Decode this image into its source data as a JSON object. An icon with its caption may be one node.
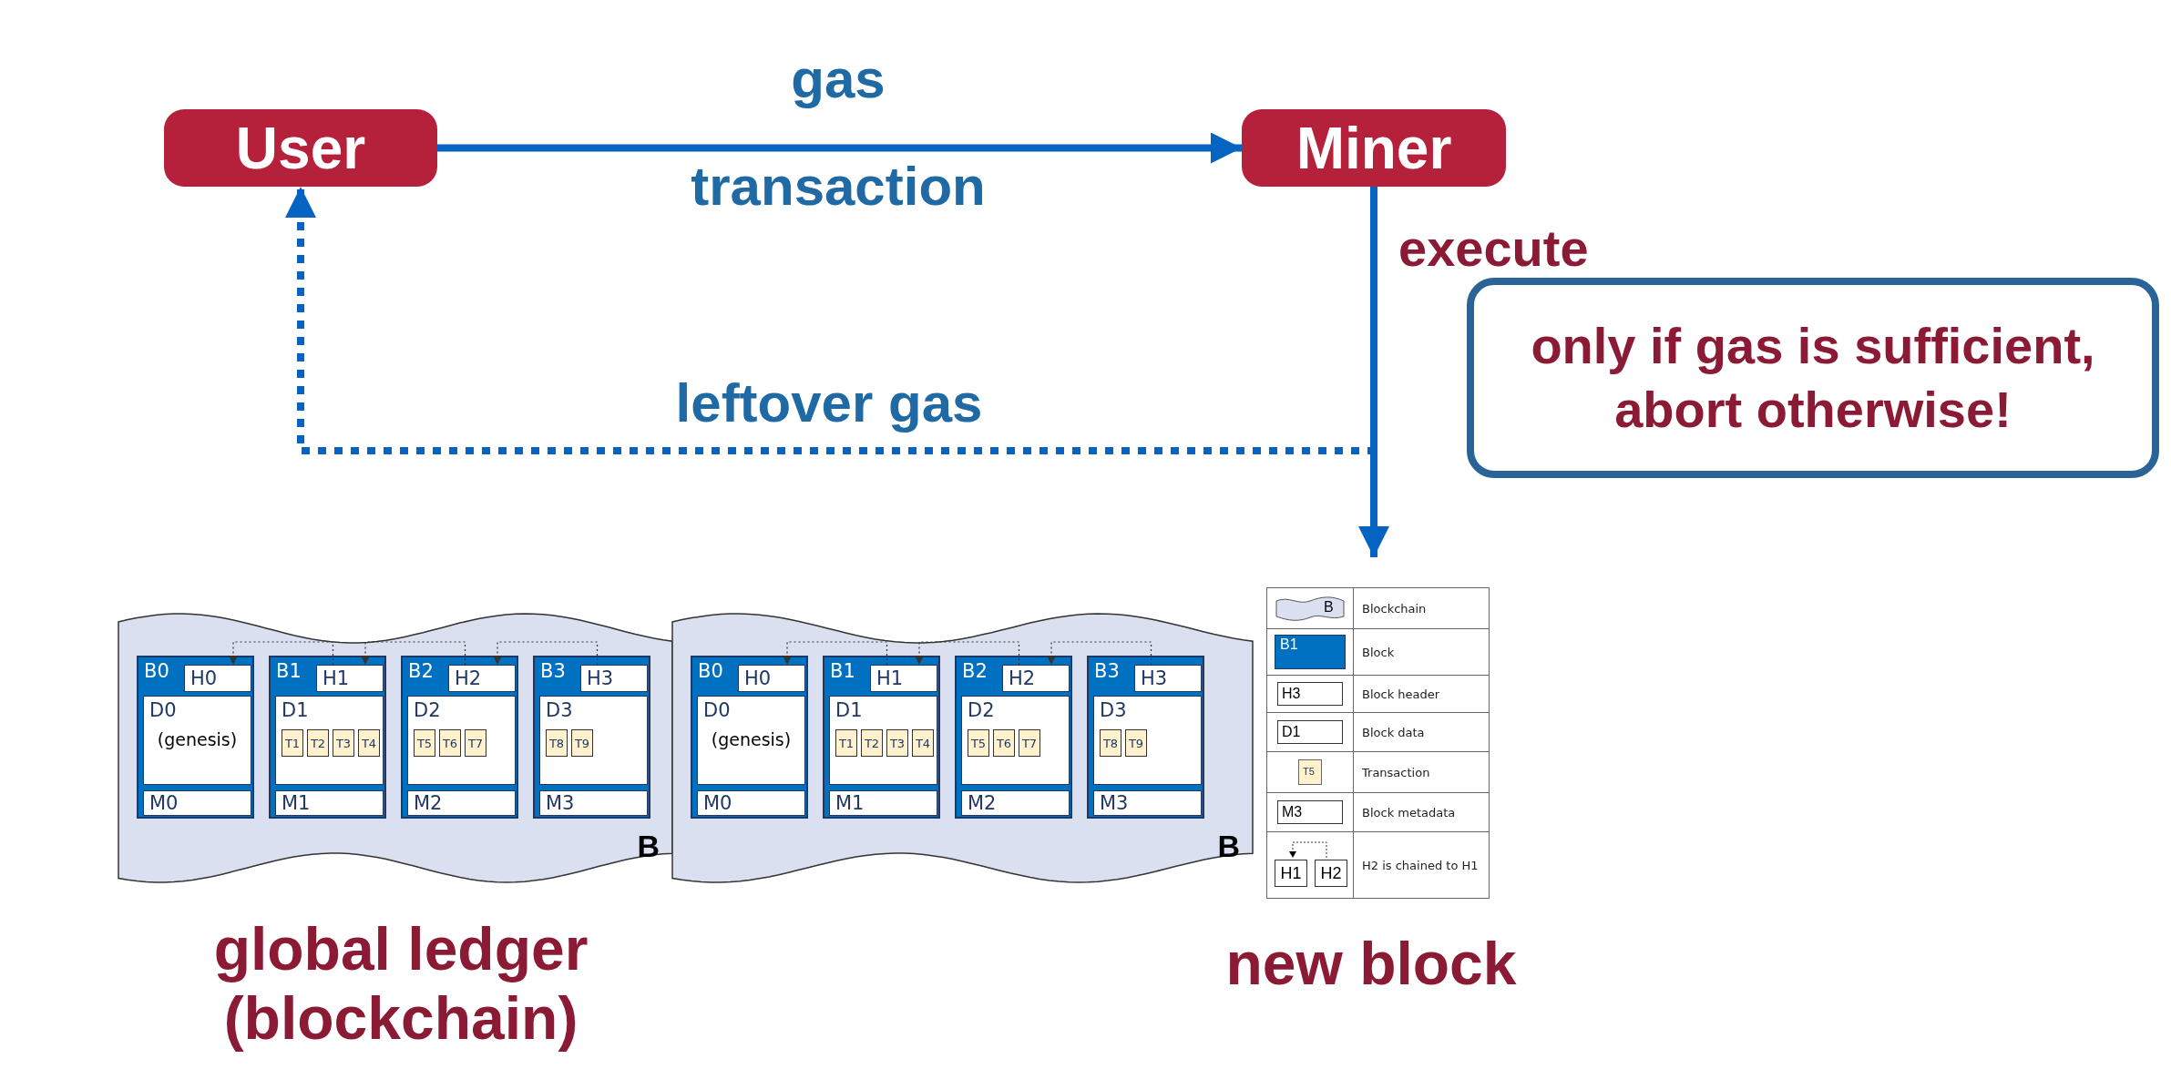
{
  "diagram": {
    "nodes": [
      {
        "text": [
          "User"
        ]
      },
      {
        "text": [
          "Miner"
        ]
      },
      {
        "text": [
          "only if gas is sufficient, abort otherwise!"
        ]
      },
      {
        "text": [
          "B"
        ]
      },
      {
        "text": [
          "B0"
        ],
        "in": 3
      },
      {
        "text": [
          "H0"
        ],
        "in": 4
      },
      {
        "text": [
          "D0",
          "(genesis)"
        ],
        "in": 4
      },
      {
        "text": [
          "M0"
        ],
        "in": 4
      },
      {
        "text": [
          "B1"
        ],
        "in": 3
      },
      {
        "text": [
          "H1"
        ],
        "in": 8
      },
      {
        "text": [
          "D1"
        ],
        "in": 8
      },
      {
        "text": [
          "T1"
        ],
        "in": 10
      },
      {
        "text": [
          "T2"
        ],
        "in": 10
      },
      {
        "text": [
          "T3"
        ],
        "in": 10
      },
      {
        "text": [
          "T4"
        ],
        "in": 10
      },
      {
        "text": [
          "M1"
        ],
        "in": 8
      },
      {
        "text": [
          "B2"
        ],
        "in": 3
      },
      {
        "text": [
          "H2"
        ],
        "in": 16
      },
      {
        "text": [
          "D2"
        ],
        "in": 16
      },
      {
        "text": [
          "T5"
        ],
        "in": 18
      },
      {
        "text": [
          "T6"
        ],
        "in": 18
      },
      {
        "text": [
          "T7"
        ],
        "in": 18
      },
      {
        "text": [
          "M2"
        ],
        "in": 16
      },
      {
        "text": [
          "B3"
        ],
        "in": 3
      },
      {
        "text": [
          "H3"
        ],
        "in": 23
      },
      {
        "text": [
          "D3"
        ],
        "in": 23
      },
      {
        "text": [
          "T8"
        ],
        "in": 25
      },
      {
        "text": [
          "T9"
        ],
        "in": 25
      },
      {
        "text": [
          "M3"
        ],
        "in": 23
      },
      {
        "text": [
          "B"
        ]
      },
      {
        "text": [
          "B0"
        ],
        "in": 29
      },
      {
        "text": [
          "H0"
        ],
        "in": 30
      },
      {
        "text": [
          "D0",
          "(genesis)"
        ],
        "in": 30
      },
      {
        "text": [
          "M0"
        ],
        "in": 30
      },
      {
        "text": [
          "B1"
        ],
        "in": 29
      },
      {
        "text": [
          "H1"
        ],
        "in": 34
      },
      {
        "text": [
          "D1"
        ],
        "in": 34
      },
      {
        "text": [
          "T1"
        ],
        "in": 36
      },
      {
        "text": [
          "T2"
        ],
        "in": 36
      },
      {
        "text": [
          "T3"
        ],
        "in": 36
      },
      {
        "text": [
          "T4"
        ],
        "in": 36
      },
      {
        "text": [
          "M1"
        ],
        "in": 34
      },
      {
        "text": [
          "B2"
        ],
        "in": 29
      },
      {
        "text": [
          "H2"
        ],
        "in": 42
      },
      {
        "text": [
          "D2"
        ],
        "in": 42
      },
      {
        "text": [
          "T5"
        ],
        "in": 44
      },
      {
        "text": [
          "T6"
        ],
        "in": 44
      },
      {
        "text": [
          "T7"
        ],
        "in": 44
      },
      {
        "text": [
          "M2"
        ],
        "in": 42
      },
      {
        "text": [
          "B3"
        ],
        "in": 29
      },
      {
        "text": [
          "H3"
        ],
        "in": 49
      },
      {
        "text": [
          "D3"
        ],
        "in": 49
      },
      {
        "text": [
          "T8"
        ],
        "in": 51
      },
      {
        "text": [
          "T9"
        ],
        "in": 51
      },
      {
        "text": [
          "M3"
        ],
        "in": 49
      }
    ],
    "edges": [
      {
        "from": 0,
        "to": 1,
        "arrow": "to",
        "label": "gas",
        "style": "thick",
        "color": "#0563c1"
      },
      {
        "from": 1,
        "to": 0,
        "arrow": "to",
        "label": "leftover gas",
        "style": "dashed",
        "color": "#0563c1"
      },
      {
        "from": 1,
        "to": null,
        "arrow": "to",
        "label": "execute",
        "style": "thick",
        "color": "#0563c1"
      },
      {
        "from": 9,
        "to": 5,
        "arrow": "to",
        "style": "dashed"
      },
      {
        "from": 17,
        "to": 9,
        "arrow": "to",
        "style": "dashed"
      },
      {
        "from": 24,
        "to": 17,
        "arrow": "to",
        "style": "dashed"
      },
      {
        "from": 35,
        "to": 31,
        "arrow": "to",
        "style": "dashed"
      },
      {
        "from": 43,
        "to": 35,
        "arrow": "to",
        "style": "dashed"
      },
      {
        "from": 50,
        "to": 43,
        "arrow": "to",
        "style": "dashed"
      }
    ],
    "labels": [
      "transaction",
      "B",
      "B1",
      "H3",
      "D1",
      "T5",
      "M3",
      "H1",
      "H2",
      "global ledger (blockchain)",
      "new block"
    ],
    "legend": [
      {
        "text": "Blockchain"
      },
      {
        "text": "Block",
        "color": "#0070c0"
      },
      {
        "text": "Block header"
      },
      {
        "text": "Block data"
      },
      {
        "text": "Transaction",
        "color": "#fff2cc"
      },
      {
        "text": "Block metadata"
      },
      {
        "text": "H2 is chained to H1"
      }
    ]
  }
}
